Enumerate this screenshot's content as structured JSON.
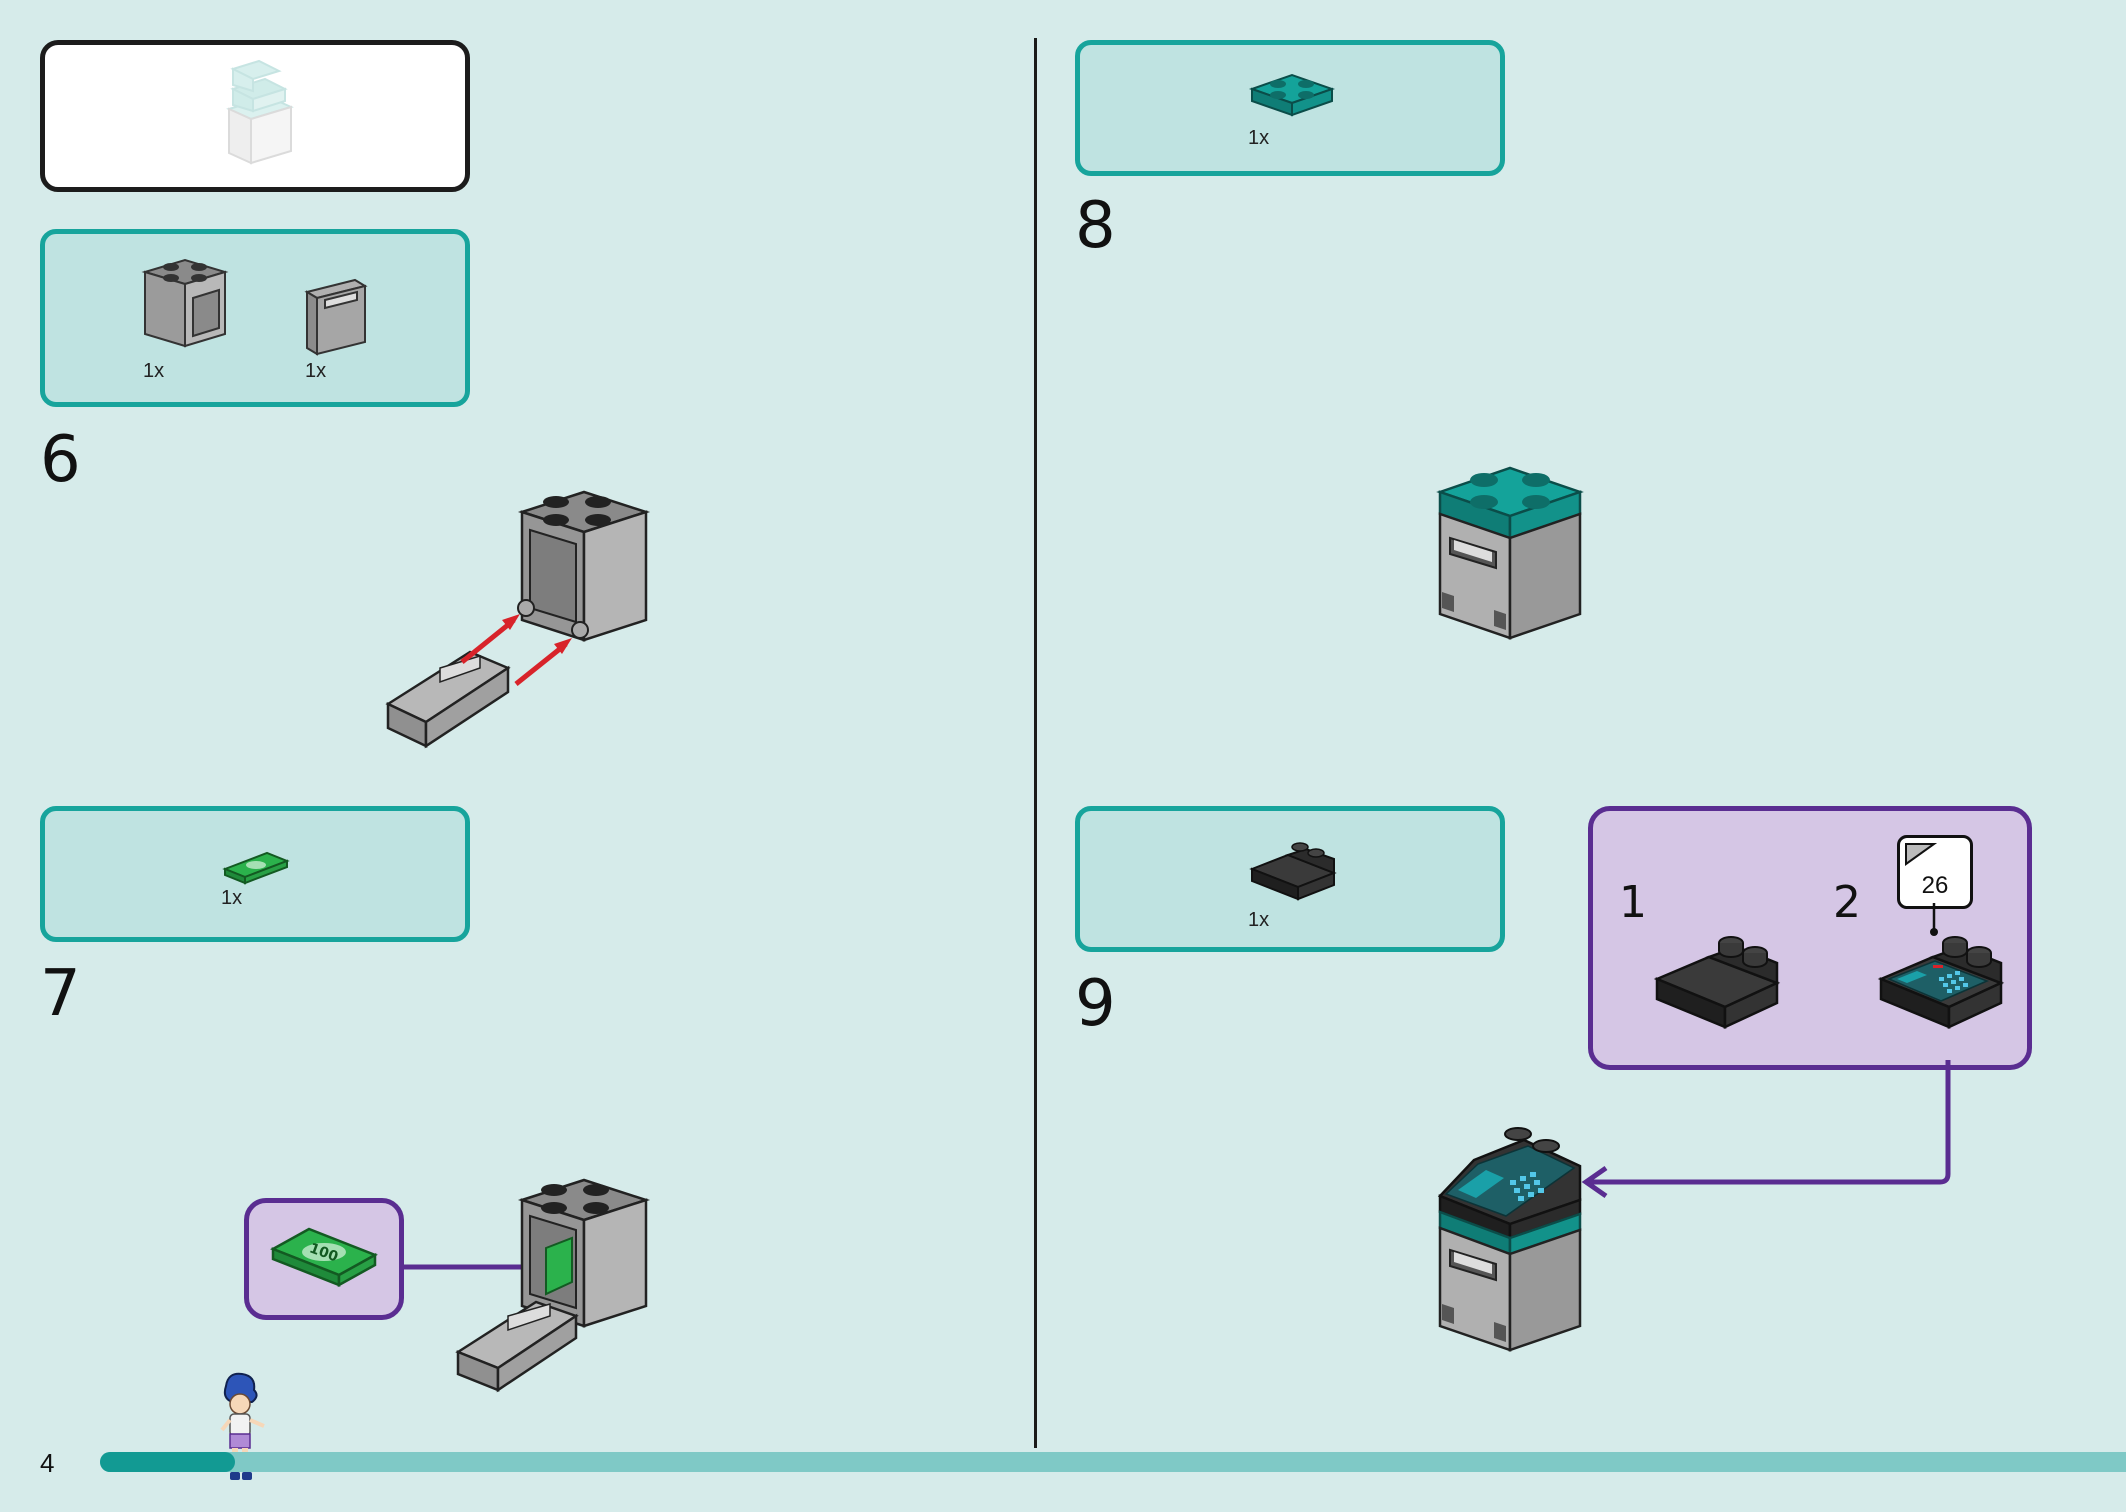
{
  "page_number": "4",
  "progress": 0.07,
  "colors": {
    "background": "#d6ebea",
    "parts_box_fill": "#bfe3e1",
    "parts_box_border": "#17a49c",
    "callout_fill": "#d5c6e5",
    "callout_border": "#5a2d91",
    "assembly_arrow": "#d8232a",
    "brick_gray": "#a3a3a3",
    "brick_teal": "#14a39a",
    "brick_black": "#2b2b2b",
    "banknote_green": "#2bb24c"
  },
  "steps": [
    {
      "number": "6",
      "parts": [
        {
          "qty": "1x",
          "icon": "gray-container-2x2-icon"
        },
        {
          "qty": "1x",
          "icon": "gray-container-door-icon"
        }
      ]
    },
    {
      "number": "7",
      "parts": [
        {
          "qty": "1x",
          "icon": "green-banknote-tile-icon"
        }
      ],
      "note_value": "100"
    },
    {
      "number": "8",
      "parts": [
        {
          "qty": "1x",
          "icon": "teal-plate-2x2-icon"
        }
      ]
    },
    {
      "number": "9",
      "parts": [
        {
          "qty": "1x",
          "icon": "black-slope-2x2-icon"
        }
      ],
      "substeps": [
        {
          "number": "1"
        },
        {
          "number": "2",
          "sticker": "26"
        }
      ]
    }
  ]
}
